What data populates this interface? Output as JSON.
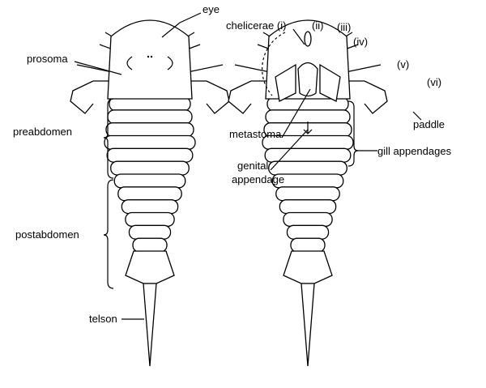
{
  "title": "Eurypterid anatomy (dorsal and ventral views)",
  "labels": {
    "eye": "eye",
    "prosoma": "prosoma",
    "preabdomen": "preabdomen",
    "postabdomen": "postabdomen",
    "telson": "telson",
    "chelicerae": "chelicerae (i)",
    "ii": "(ii)",
    "iii": "(iii)",
    "iv": "(iv)",
    "v": "(v)",
    "vi": "(vi)",
    "paddle": "paddle",
    "metastoma": "metastoma",
    "gill_appendages": "gill appendages",
    "genital_1": "genital",
    "genital_2": "appendage"
  }
}
